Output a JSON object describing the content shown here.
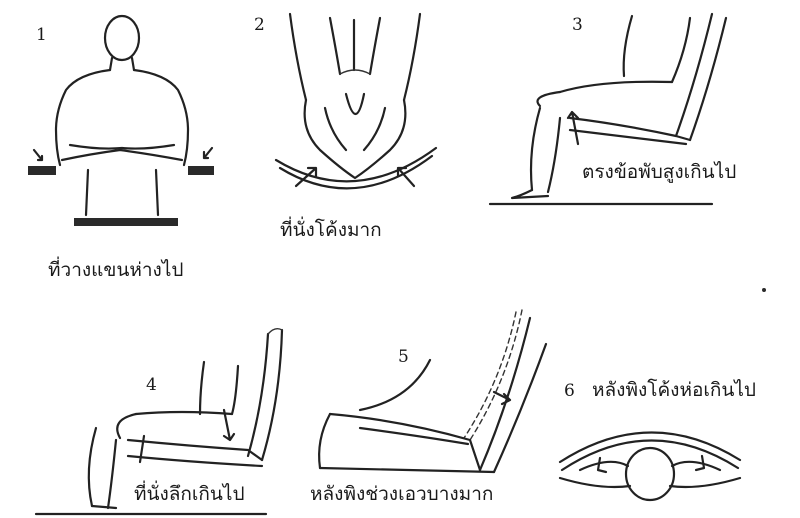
{
  "panels": [
    {
      "number": "1",
      "caption": "ที่วางแขนห่างไป"
    },
    {
      "number": "2",
      "caption": "ที่นั่งโค้งมาก"
    },
    {
      "number": "3",
      "caption": "ตรงข้อพับสูงเกินไป"
    },
    {
      "number": "4",
      "caption": "ที่นั่งลึกเกินไป"
    },
    {
      "number": "5",
      "caption": "หลังพิงช่วงเอวบางมาก"
    },
    {
      "number": "6",
      "caption": "หลังพิงโค้งห่อเกินไป"
    }
  ],
  "colors": {
    "ink": "#222222",
    "paper": "#ffffff"
  }
}
